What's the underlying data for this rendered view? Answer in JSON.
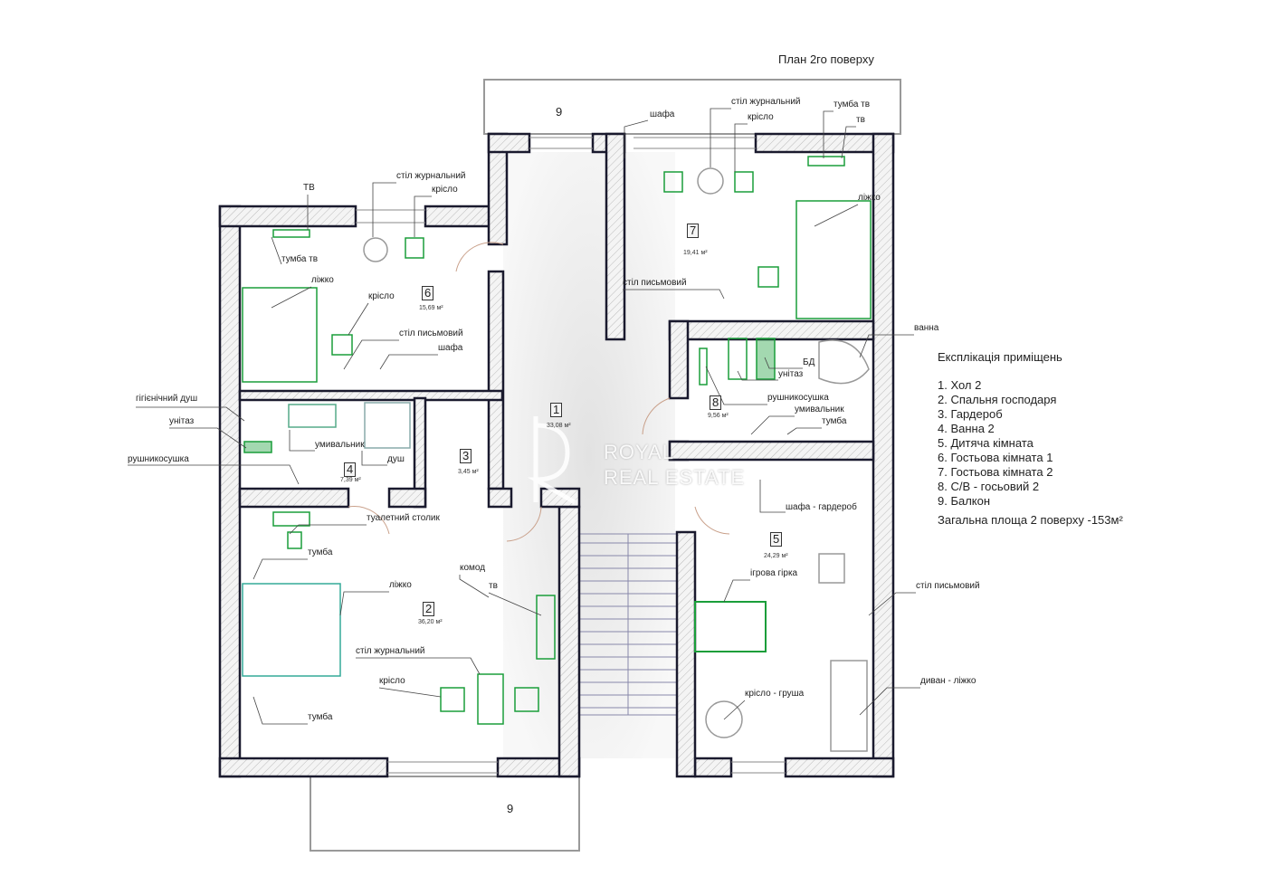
{
  "title": "План 2го поверху",
  "watermark": {
    "line1": "ROYAL",
    "line2": "REAL ESTATE"
  },
  "legend": {
    "heading": "Експлікація приміщень",
    "items": [
      "1. Хол 2",
      "2. Спальня господаря",
      "3. Гардероб",
      "4. Ванна 2",
      "5. Дитяча кімната",
      "6. Гостьова кімната 1",
      "7. Гостьова кімната 2",
      "8. С/В - госьовий 2",
      "9. Балкон"
    ],
    "total": "Загальна площа 2 поверху -153м²"
  },
  "rooms": {
    "r1": {
      "num": "1",
      "area": "33,08 м²"
    },
    "r2": {
      "num": "2",
      "area": "36,20 м²"
    },
    "r3": {
      "num": "3",
      "area": "3,45 м²"
    },
    "r4": {
      "num": "4",
      "area": "7,39 м²"
    },
    "r5": {
      "num": "5",
      "area": "24,29 м²"
    },
    "r6": {
      "num": "6",
      "area": "15,69 м²"
    },
    "r7": {
      "num": "7",
      "area": "19,41 м²"
    },
    "r8": {
      "num": "8",
      "area": "9,56 м²"
    },
    "balcony_top": "9",
    "balcony_bottom": "9"
  },
  "labels": {
    "shafa7": "шафа",
    "stil_zh7": "стіл журнальний",
    "krislo7": "крісло",
    "tumba_tv7": "тумба тв",
    "tv7": "тв",
    "lizhko7": "ліжко",
    "stil_pys7": "стіл письмовий",
    "stil_zh6": "стіл журнальний",
    "krislo6a": "крісло",
    "tv6": "ТВ",
    "tumba_tv6": "тумба тв",
    "lizhko6": "ліжко",
    "krislo6b": "крісло",
    "stil_pys6": "стіл письмовий",
    "shafa6": "шафа",
    "gig_dush": "гігієнічний душ",
    "unitaz4": "унітаз",
    "rushnyk4": "рушникосушка",
    "umyv4": "умивальник",
    "dush4": "душ",
    "vanna8": "ванна",
    "bd8": "БД",
    "unitaz8": "унітаз",
    "rushnyk8": "рушникосушка",
    "umyv8": "умивальник",
    "tumba8": "тумба",
    "shafa_gard5": "шафа - гардероб",
    "igrova5": "ігрова гірка",
    "stil_pys5": "стіл письмовий",
    "dyvan5": "диван - ліжко",
    "krislo_grusha5": "крісло - груша",
    "tual2": "туалетний столик",
    "tumba2a": "тумба",
    "komod2": "комод",
    "tv2": "тв",
    "lizhko2": "ліжко",
    "stil_zh2": "стіл журнальний",
    "krislo2": "крісло",
    "tumba2b": "тумба"
  },
  "colors": {
    "wall": "#1a1a2e",
    "furniture": "#1a9e3a",
    "hatch": "#bbbbbb"
  }
}
